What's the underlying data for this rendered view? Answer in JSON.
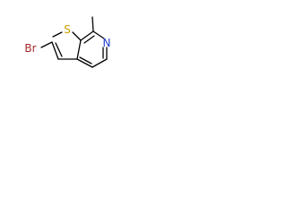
{
  "molecule": {
    "atoms": [
      {
        "id": "S1",
        "symbol": "S",
        "color": "#c8a000"
      },
      {
        "id": "Br",
        "symbol": "Br",
        "color": "#a52a2a"
      },
      {
        "id": "N6",
        "symbol": "N",
        "color": "#2040d0"
      }
    ]
  }
}
